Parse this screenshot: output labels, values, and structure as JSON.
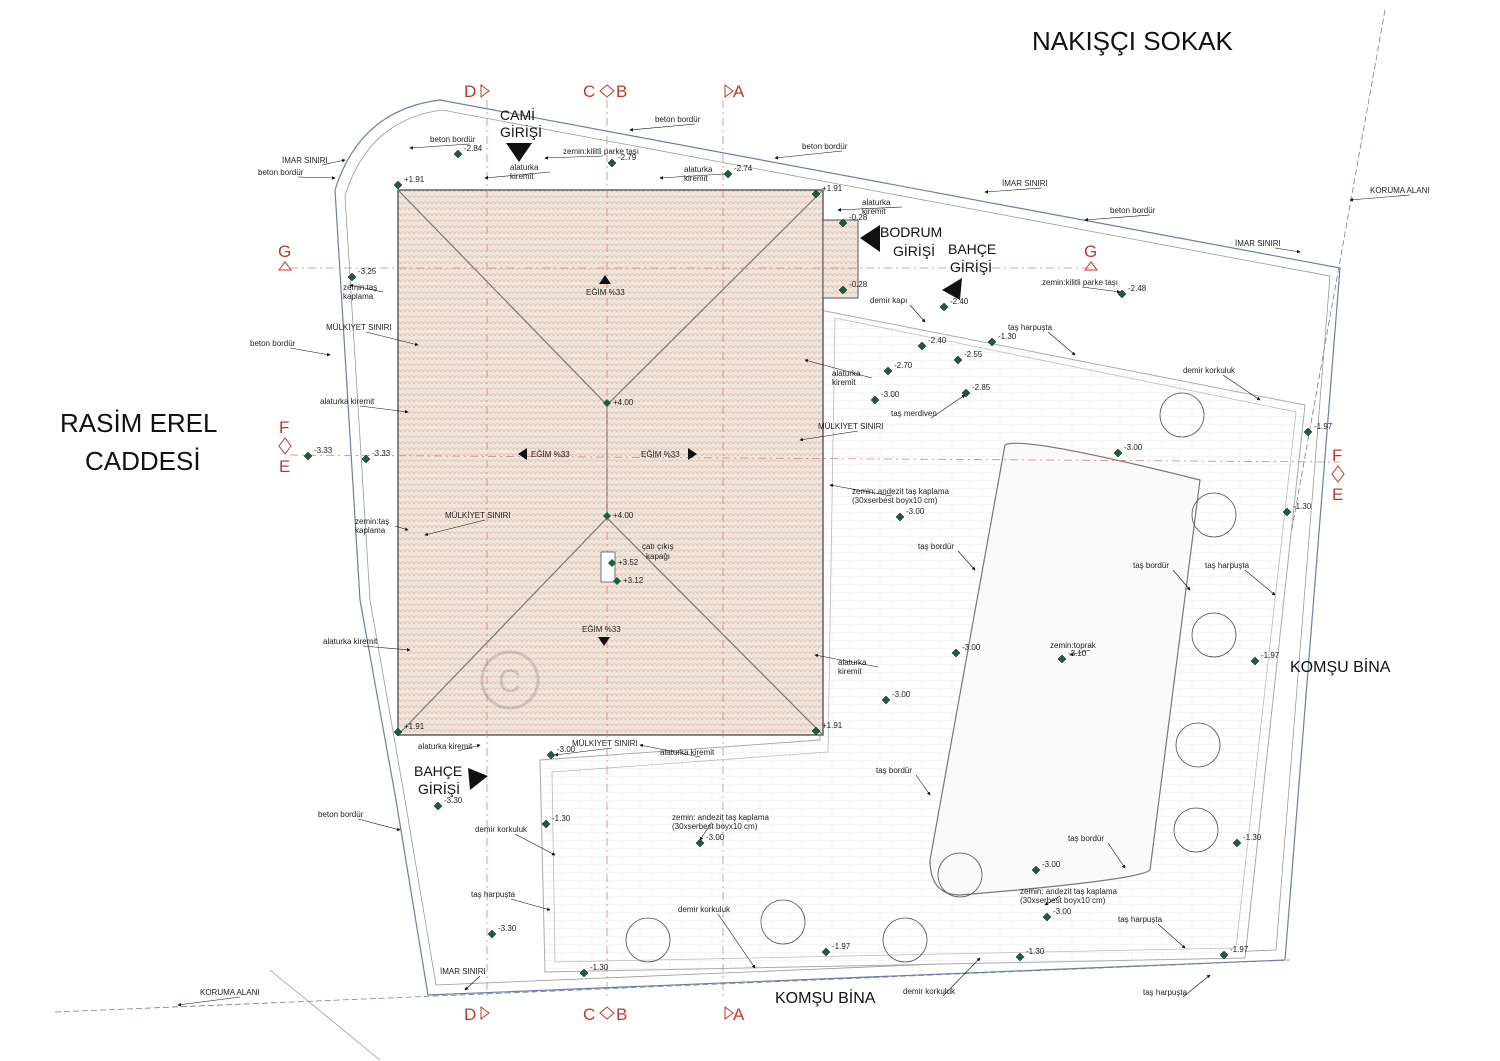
{
  "streets": {
    "north": "NAKIŞÇI SOKAK",
    "west_line1": "RASİM EREL",
    "west_line2": "CADDESİ",
    "east": "KOMŞU BİNA",
    "south": "KOMŞU BİNA"
  },
  "section_marks": {
    "d": "D",
    "c": "C",
    "b": "B",
    "a": "A",
    "g": "G",
    "f": "F",
    "e": "E"
  },
  "entrances": {
    "cami_1": "CAMİ",
    "cami_2": "GİRİŞİ",
    "bodrum_1": "BODRUM",
    "bodrum_2": "GİRİŞİ",
    "bahce_ne_1": "BAHÇE",
    "bahce_ne_2": "GİRİŞİ",
    "bahce_sw_1": "BAHÇE",
    "bahce_sw_2": "GİRİŞİ"
  },
  "roof": {
    "slope_label": "EĞİM %33",
    "hatch_label": "çatı çıkış\nkapağı",
    "ridge_1": "+4.00",
    "ridge_2": "+4.00",
    "hatch_1": "+3.52",
    "hatch_2": "+3.12",
    "corner": "+1.91"
  },
  "labels": [
    {
      "id": "imar-nw",
      "text": "İMAR SINIRI"
    },
    {
      "id": "beton-nw1",
      "text": "beton bordür"
    },
    {
      "id": "beton-nw2",
      "text": "beton bordür"
    },
    {
      "id": "beton-top",
      "text": "beton bordür"
    },
    {
      "id": "beton-top2",
      "text": "beton bordür"
    },
    {
      "id": "beton-ne",
      "text": "beton bordür"
    },
    {
      "id": "imar-top",
      "text": "İMAR SINIRI"
    },
    {
      "id": "imar-ne",
      "text": "İMAR SINIRI"
    },
    {
      "id": "koruma-ne",
      "text": "KORUMA ALANI"
    },
    {
      "id": "zemin-kilitli-1",
      "text": "zemin:kilitli parke taşı"
    },
    {
      "id": "zemin-kilitli-2",
      "text": "zemin:kilitli parke taşı"
    },
    {
      "id": "alaturka-1",
      "text": "alaturka\nkiremit"
    },
    {
      "id": "alaturka-2",
      "text": "alaturka\nkiremit"
    },
    {
      "id": "alaturka-3",
      "text": "alaturka\nkiremit"
    },
    {
      "id": "zemin-tas-1",
      "text": "zemin:taş\nkaplama"
    },
    {
      "id": "mulkiyet-w",
      "text": "MÜLKİYET SINIRI"
    },
    {
      "id": "beton-w",
      "text": "beton bordür"
    },
    {
      "id": "alaturka-w",
      "text": "alaturka kiremit"
    },
    {
      "id": "alaturka-e",
      "text": "alaturka\nkiremit"
    },
    {
      "id": "mulkiyet-e",
      "text": "MÜLKİYET SINIRI"
    },
    {
      "id": "zemin-tas-2",
      "text": "zemin:taş\nkaplama"
    },
    {
      "id": "mulkiyet-sw",
      "text": "MÜLKİYET SINIRI"
    },
    {
      "id": "alaturka-sw",
      "text": "alaturka kiremit"
    },
    {
      "id": "alaturka-se",
      "text": "alaturka\nkiremit"
    },
    {
      "id": "alaturka-b1",
      "text": "alaturka kiremit"
    },
    {
      "id": "mulkiyet-s",
      "text": "MÜLKİYET SINIRI"
    },
    {
      "id": "alaturka-b2",
      "text": "alaturka kiremit"
    },
    {
      "id": "demir-kapi",
      "text": "demir kapı"
    },
    {
      "id": "tas-harpusta-n",
      "text": "taş harpuşta"
    },
    {
      "id": "demir-korkuluk-n",
      "text": "demir korkuluk"
    },
    {
      "id": "tas-merdiven",
      "text": "taş merdiven"
    },
    {
      "id": "andezit-1",
      "text": "zemin: andezit taş kaplama\n(30xserbest boyx10 cm)"
    },
    {
      "id": "tas-bordur-1",
      "text": "taş bordür"
    },
    {
      "id": "tas-bordur-2",
      "text": "taş bordür"
    },
    {
      "id": "tas-harpusta-e",
      "text": "taş harpuşta"
    },
    {
      "id": "zemin-toprak",
      "text": "zemin:toprak"
    },
    {
      "id": "tas-bordur-3",
      "text": "taş bordür"
    },
    {
      "id": "tas-bordur-4",
      "text": "taş bordür"
    },
    {
      "id": "andezit-2",
      "text": "zemin: andezit taş kaplama\n(30xserbest boyx10 cm)"
    },
    {
      "id": "andezit-3",
      "text": "zemin: andezit taş kaplama\n(30xserbest boyx10 cm)"
    },
    {
      "id": "tas-harpusta-se",
      "text": "taş harpuşta"
    },
    {
      "id": "demir-korkuluk-s",
      "text": "demir korkuluk"
    },
    {
      "id": "demir-korkuluk-s2",
      "text": "demir korkuluk"
    },
    {
      "id": "tas-harpusta-s",
      "text": "taş harpuşta"
    },
    {
      "id": "beton-sw",
      "text": "beton bordür"
    },
    {
      "id": "demir-korkuluk-w",
      "text": "demir korkuluk"
    },
    {
      "id": "tas-harpusta-w",
      "text": "taş harpuşta"
    },
    {
      "id": "imar-s",
      "text": "İMAR SINIRI"
    },
    {
      "id": "koruma-s",
      "text": "KORUMA ALANI"
    }
  ],
  "levels": [
    {
      "id": "l1",
      "text": "-2.84"
    },
    {
      "id": "l2",
      "text": "-2.79"
    },
    {
      "id": "l3",
      "text": "-2.74"
    },
    {
      "id": "l4",
      "text": "+1.91"
    },
    {
      "id": "l5",
      "text": "+1.91"
    },
    {
      "id": "l6",
      "text": "-0.28"
    },
    {
      "id": "l7",
      "text": "-0.28"
    },
    {
      "id": "l8",
      "text": "-3.25"
    },
    {
      "id": "l9",
      "text": "-2.40"
    },
    {
      "id": "l10",
      "text": "-2.48"
    },
    {
      "id": "l11",
      "text": "-2.40"
    },
    {
      "id": "l12",
      "text": "-1.30"
    },
    {
      "id": "l13",
      "text": "-2.55"
    },
    {
      "id": "l14",
      "text": "-2.70"
    },
    {
      "id": "l15",
      "text": "-2.85"
    },
    {
      "id": "l16",
      "text": "-3.00"
    },
    {
      "id": "l17",
      "text": "-3.33"
    },
    {
      "id": "l18",
      "text": "-3.33"
    },
    {
      "id": "l19",
      "text": "-3.00"
    },
    {
      "id": "l20",
      "text": "-1.97"
    },
    {
      "id": "l21",
      "text": "-3.00"
    },
    {
      "id": "l22",
      "text": "-1.30"
    },
    {
      "id": "l23",
      "text": "-3.00"
    },
    {
      "id": "l24",
      "text": "-3.10"
    },
    {
      "id": "l25",
      "text": "-1.97"
    },
    {
      "id": "l26",
      "text": "-3.00"
    },
    {
      "id": "l27",
      "text": "+1.91"
    },
    {
      "id": "l28",
      "text": "+1.91"
    },
    {
      "id": "l29",
      "text": "-3.00"
    },
    {
      "id": "l30",
      "text": "-3.30"
    },
    {
      "id": "l31",
      "text": "-1.30"
    },
    {
      "id": "l32",
      "text": "-3.00"
    },
    {
      "id": "l33",
      "text": "-1.30"
    },
    {
      "id": "l34",
      "text": "-3.00"
    },
    {
      "id": "l35",
      "text": "-3.00"
    },
    {
      "id": "l36",
      "text": "-1.97"
    },
    {
      "id": "l37",
      "text": "-1.30"
    },
    {
      "id": "l38",
      "text": "-1.97"
    },
    {
      "id": "l39",
      "text": "-3.30"
    },
    {
      "id": "l40",
      "text": "-1.30"
    }
  ]
}
